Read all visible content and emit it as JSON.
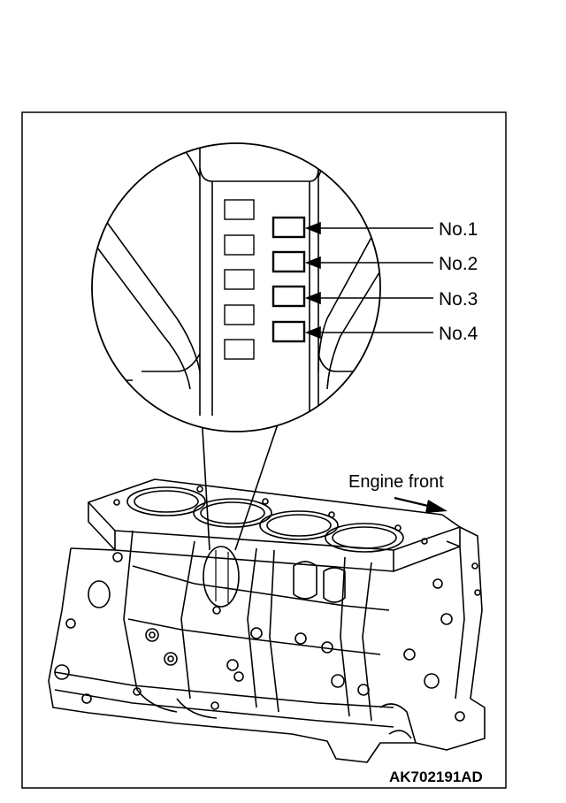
{
  "labels": {
    "no1": "No.1",
    "no2": "No.2",
    "no3": "No.3",
    "no4": "No.4",
    "engine_front": "Engine front",
    "figure_code": "AK702191AD"
  },
  "colors": {
    "line": "#000000",
    "background": "#ffffff"
  },
  "icons": {
    "direction_arrow": "arrow-right-icon"
  }
}
